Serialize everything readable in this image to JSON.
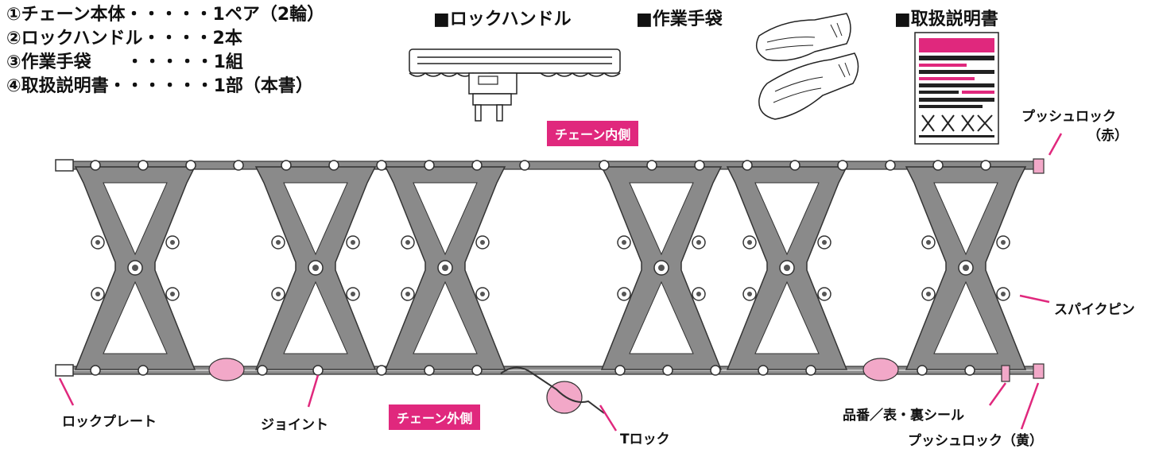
{
  "contents_list": [
    "①チェーン本体・・・・・1ペア（2輪）",
    "②ロックハンドル・・・・2本",
    "③作業手袋　　・・・・・1組",
    "④取扱説明書・・・・・・1部（本書）"
  ],
  "sections": {
    "lock_handle": "■ロックハンドル",
    "gloves": "■作業手袋",
    "manual": "■取扱説明書"
  },
  "badges": {
    "inner": "チェーン内側",
    "outer": "チェーン外側"
  },
  "labels": {
    "push_lock_red_1": "プッシュロック",
    "push_lock_red_2": "（赤）",
    "spike_pin": "スパイクピン",
    "lock_plate": "ロックプレート",
    "joint": "ジョイント",
    "t_lock": "Tロック",
    "product_seal": "品番／表・裏シール",
    "push_lock_yellow": "プッシュロック（黄）"
  },
  "colors": {
    "accent_pink": "#e0287d",
    "chain_gray": "#8a8a8a"
  }
}
